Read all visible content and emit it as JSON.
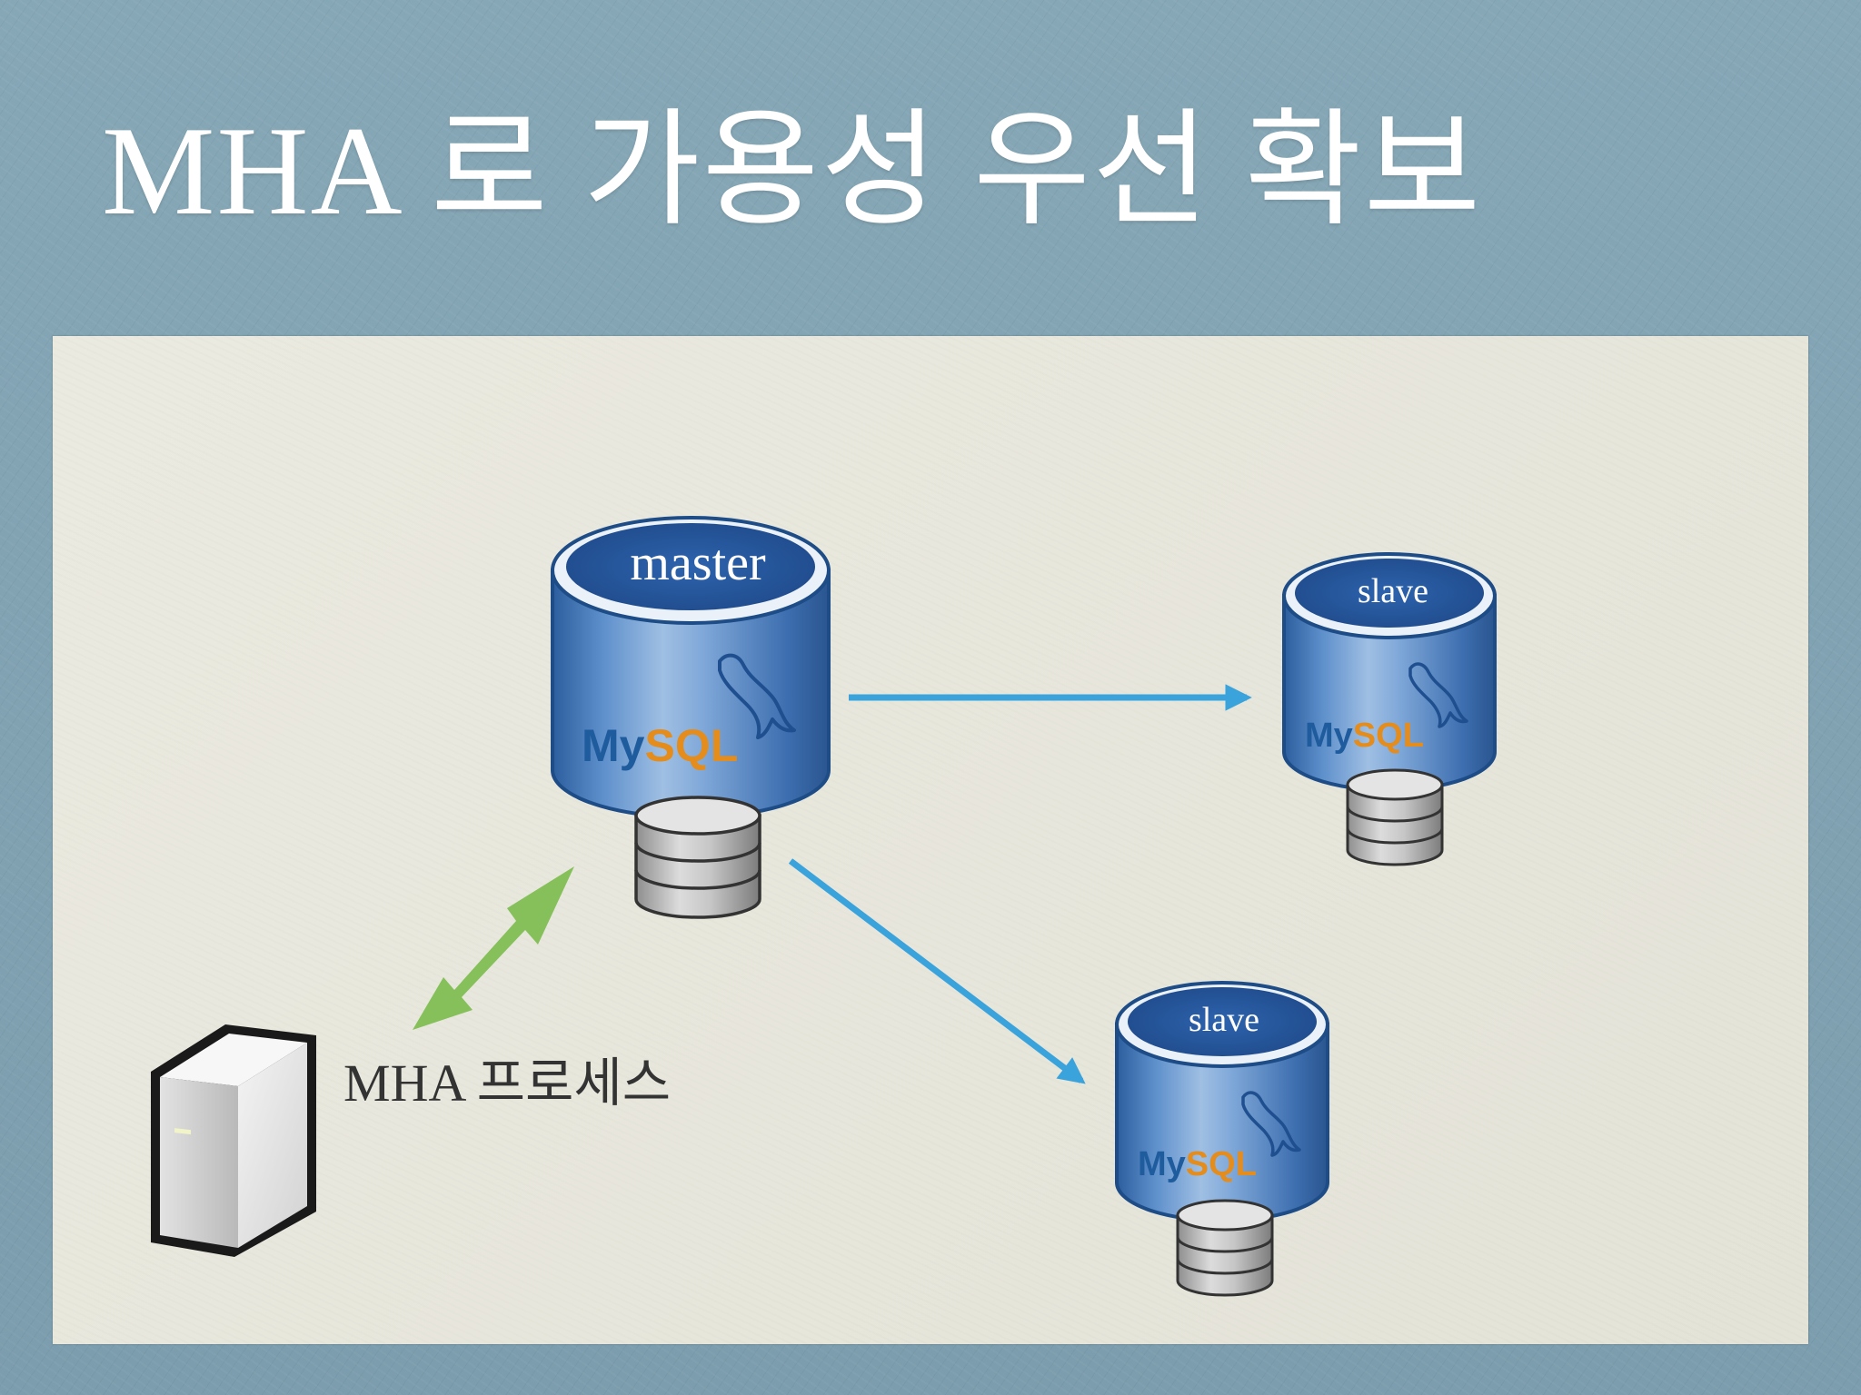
{
  "slide": {
    "title": "MHA 로 가용성 우선 확보"
  },
  "nodes": {
    "master": {
      "label": "master",
      "logo_my": "My",
      "logo_sql": "SQL"
    },
    "slave_top": {
      "label": "slave",
      "logo_my": "My",
      "logo_sql": "SQL"
    },
    "slave_bottom": {
      "label": "slave",
      "logo_my": "My",
      "logo_sql": "SQL"
    },
    "mha_process": {
      "label": "MHA 프로세스"
    }
  },
  "colors": {
    "replication_arrow": "#3aa3dc",
    "monitor_arrow": "#86c05a",
    "cylinder_blue": "#3f76b8",
    "cylinder_top": "#2a5ea8"
  },
  "icons": [
    "mysql-dolphin-icon",
    "disk-stack-icon",
    "server-tower-icon"
  ]
}
